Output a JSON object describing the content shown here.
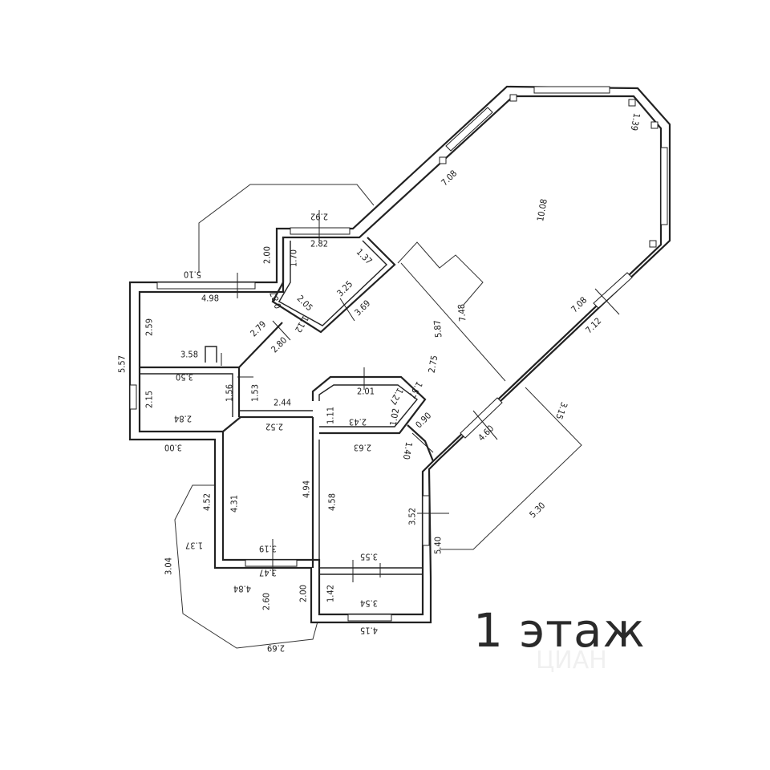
{
  "title": "1 этаж",
  "watermark": "ЦИАН",
  "colors": {
    "line": "#222222",
    "background": "#ffffff",
    "label": "#2a2a2a"
  },
  "dimensions": [
    {
      "id": "d-292",
      "text": "2.92"
    },
    {
      "id": "d-282",
      "text": "2.82"
    },
    {
      "id": "d-200a",
      "text": "2.00"
    },
    {
      "id": "d-170",
      "text": "1.70"
    },
    {
      "id": "d-137a",
      "text": "1.37"
    },
    {
      "id": "d-510",
      "text": "5.10"
    },
    {
      "id": "d-498",
      "text": "4.98"
    },
    {
      "id": "d-205",
      "text": "2.05"
    },
    {
      "id": "d-325",
      "text": "3.25"
    },
    {
      "id": "d-369",
      "text": "3.69"
    },
    {
      "id": "d-087",
      "text": "0.87"
    },
    {
      "id": "d-112",
      "text": "1.12"
    },
    {
      "id": "d-279",
      "text": "2.79"
    },
    {
      "id": "d-280",
      "text": "2.80"
    },
    {
      "id": "d-259",
      "text": "2.59"
    },
    {
      "id": "d-557",
      "text": "5.57"
    },
    {
      "id": "d-358",
      "text": "3.58"
    },
    {
      "id": "d-350",
      "text": "3.50"
    },
    {
      "id": "d-215",
      "text": "2.15"
    },
    {
      "id": "d-156",
      "text": "1.56"
    },
    {
      "id": "d-153",
      "text": "1.53"
    },
    {
      "id": "d-284",
      "text": "2.84"
    },
    {
      "id": "d-300",
      "text": "3.00"
    },
    {
      "id": "d-244",
      "text": "2.44"
    },
    {
      "id": "d-252",
      "text": "2.52"
    },
    {
      "id": "d-708a",
      "text": "7.08"
    },
    {
      "id": "d-1008",
      "text": "10.08"
    },
    {
      "id": "d-139",
      "text": "1.39"
    },
    {
      "id": "d-748",
      "text": "7.48"
    },
    {
      "id": "d-587",
      "text": "5.87"
    },
    {
      "id": "d-708b",
      "text": "7.08"
    },
    {
      "id": "d-712",
      "text": "7.12"
    },
    {
      "id": "d-275",
      "text": "2.75"
    },
    {
      "id": "d-201",
      "text": "2.01"
    },
    {
      "id": "d-111",
      "text": "1.11"
    },
    {
      "id": "d-243",
      "text": "2.43"
    },
    {
      "id": "d-102",
      "text": "1.02"
    },
    {
      "id": "d-127",
      "text": "1.27"
    },
    {
      "id": "d-157",
      "text": "1.57"
    },
    {
      "id": "d-090",
      "text": "0.90"
    },
    {
      "id": "d-140",
      "text": "1.40"
    },
    {
      "id": "d-263",
      "text": "2.63"
    },
    {
      "id": "d-315",
      "text": "3.15"
    },
    {
      "id": "d-460",
      "text": "4.60"
    },
    {
      "id": "d-431",
      "text": "4.31"
    },
    {
      "id": "d-494",
      "text": "4.94"
    },
    {
      "id": "d-458",
      "text": "4.58"
    },
    {
      "id": "d-352",
      "text": "3.52"
    },
    {
      "id": "d-530",
      "text": "5.30"
    },
    {
      "id": "d-540",
      "text": "5.40"
    },
    {
      "id": "d-452",
      "text": "4.52"
    },
    {
      "id": "d-137b",
      "text": "1.37"
    },
    {
      "id": "d-304",
      "text": "3.04"
    },
    {
      "id": "d-319",
      "text": "3.19"
    },
    {
      "id": "d-347",
      "text": "3.47"
    },
    {
      "id": "d-484",
      "text": "4.84"
    },
    {
      "id": "d-260",
      "text": "2.60"
    },
    {
      "id": "d-200b",
      "text": "2.00"
    },
    {
      "id": "d-142",
      "text": "1.42"
    },
    {
      "id": "d-355",
      "text": "3.55"
    },
    {
      "id": "d-354",
      "text": "3.54"
    },
    {
      "id": "d-415",
      "text": "4.15"
    },
    {
      "id": "d-269",
      "text": "2.69"
    }
  ]
}
